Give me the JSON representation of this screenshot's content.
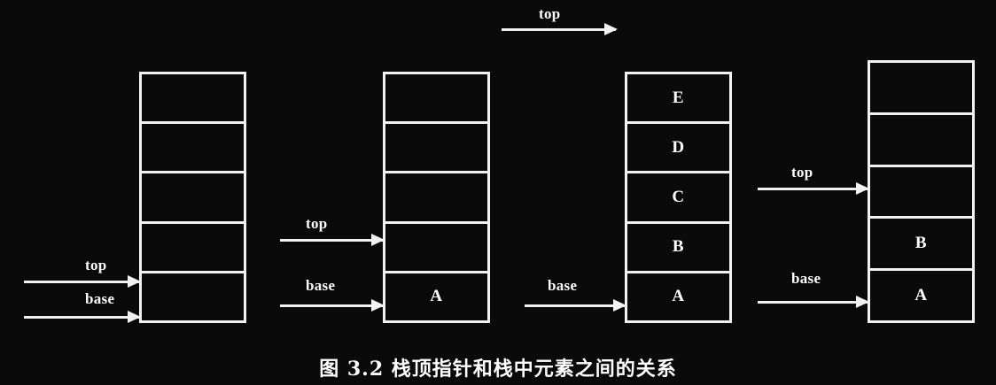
{
  "figure": {
    "caption": "图 3.2   栈顶指针和栈中元素之间的关系",
    "background_color": "#0a0a0a",
    "line_color": "#f2f2f2",
    "text_color": "#ffffff"
  },
  "global_pointer": {
    "label": "top",
    "description": "top pointer arrow above the third (full) stack"
  },
  "stacks": [
    {
      "name": "stack-empty",
      "cells": [
        "",
        "",
        "",
        "",
        ""
      ],
      "pointers": [
        {
          "label": "top",
          "target_cell_index": 4,
          "target_edge": "top"
        },
        {
          "label": "base",
          "target_cell_index": 4,
          "target_edge": "bottom"
        }
      ]
    },
    {
      "name": "stack-one-element",
      "cells": [
        "",
        "",
        "",
        "",
        "A"
      ],
      "pointers": [
        {
          "label": "top",
          "target_cell_index": 3,
          "target_edge": "top"
        },
        {
          "label": "base",
          "target_cell_index": 4,
          "target_edge": "bottom"
        }
      ]
    },
    {
      "name": "stack-full",
      "cells": [
        "E",
        "D",
        "C",
        "B",
        "A"
      ],
      "pointers": [
        {
          "label": "top",
          "target_cell_index": 0,
          "target_edge": "above-stack"
        },
        {
          "label": "base",
          "target_cell_index": 4,
          "target_edge": "bottom"
        }
      ]
    },
    {
      "name": "stack-two-elements",
      "cells": [
        "",
        "",
        "",
        "B",
        "A"
      ],
      "pointers": [
        {
          "label": "top",
          "target_cell_index": 2,
          "target_edge": "middle"
        },
        {
          "label": "base",
          "target_cell_index": 4,
          "target_edge": "bottom"
        }
      ]
    }
  ]
}
